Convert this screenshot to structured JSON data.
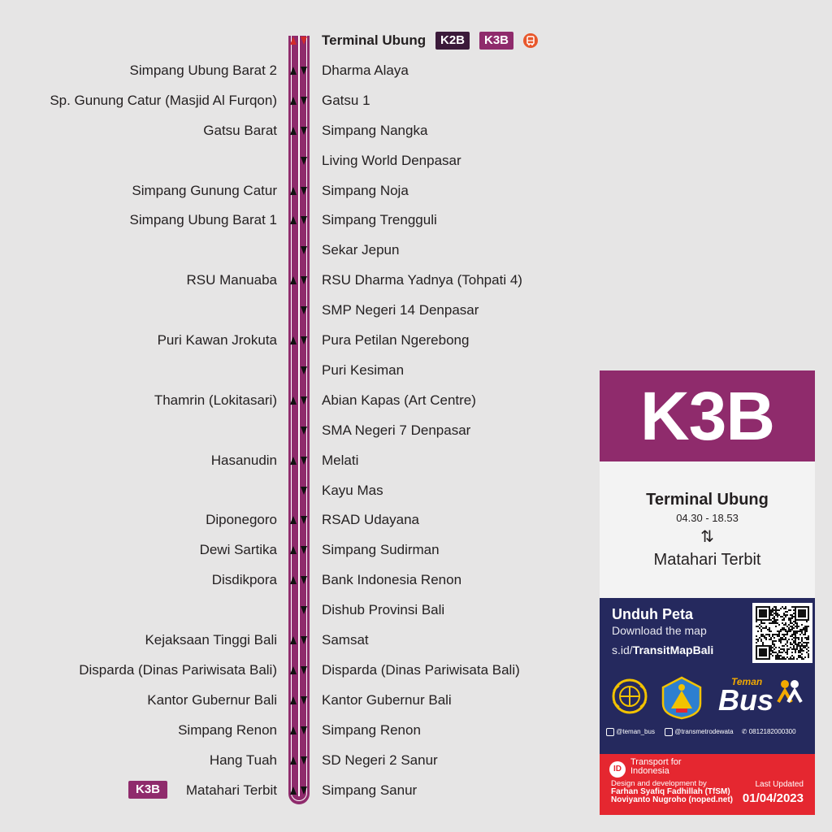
{
  "route": {
    "code": "K3B",
    "color": "#8f2b6c",
    "origin": "Terminal Ubung",
    "hours": "04.30 - 18.53",
    "direction_symbol": "⇅",
    "destination": "Matahari Terbit"
  },
  "badges": {
    "k2b": {
      "label": "K2B",
      "color": "#3b1a3a"
    },
    "k3b": {
      "label": "K3B",
      "color": "#8f2b6c"
    },
    "k3b_end": {
      "label": "K3B",
      "color": "#8f2b6c"
    }
  },
  "stops_right": [
    "Terminal Ubung",
    "Dharma Alaya",
    "Gatsu 1",
    "Simpang Nangka",
    "Living World Denpasar",
    "Simpang Noja",
    "Simpang Trengguli",
    "Sekar Jepun",
    "RSU Dharma Yadnya (Tohpati 4)",
    "SMP Negeri 14 Denpasar",
    "Pura Petilan Ngerebong",
    "Puri Kesiman",
    "Abian Kapas (Art Centre)",
    "SMA Negeri 7 Denpasar",
    "Melati",
    "Kayu Mas",
    "RSAD Udayana",
    "Simpang Sudirman",
    "Bank Indonesia Renon",
    "Dishub Provinsi Bali",
    "Samsat",
    "Disparda (Dinas Pariwisata Bali)",
    "Kantor Gubernur Bali",
    "Simpang Renon",
    "SD Negeri 2 Sanur",
    "Simpang Sanur"
  ],
  "stops_left": [
    "",
    "Simpang Ubung Barat 2",
    "Sp. Gunung Catur (Masjid Al Furqon)",
    "Gatsu Barat",
    "",
    "Simpang Gunung Catur",
    "Simpang Ubung Barat 1",
    "",
    "RSU Manuaba",
    "",
    "Puri Kawan Jrokuta",
    "",
    "Thamrin (Lokitasari)",
    "",
    "Hasanudin",
    "",
    "Diponegoro",
    "Dewi Sartika",
    "Disdikpora",
    "",
    "Kejaksaan Tinggi Bali",
    "Disparda (Dinas Pariwisata Bali)",
    "Kantor Gubernur Bali",
    "Simpang Renon",
    "Hang Tuah",
    "Matahari Terbit"
  ],
  "download": {
    "title": "Unduh Peta",
    "subtitle": "Download the map",
    "link_prefix": "s.id/",
    "link_bold": "TransitMapBali"
  },
  "social": {
    "instagram_1": "@teman_bus",
    "instagram_2": "@transmetrodewata",
    "phone": "0812182000300"
  },
  "logos": {
    "teman_bus_small": "Teman",
    "teman_bus_big": "Bus"
  },
  "credits": {
    "tfi_icon": "ID",
    "tfi_name": "Transport for Indonesia",
    "line1": "Design and development by",
    "line2": "Farhan Syafiq Fadhillah (TfSM)",
    "line3": "Noviyanto Nugroho (noped.net)",
    "updated_label": "Last Updated",
    "updated_date": "01/04/2023"
  }
}
